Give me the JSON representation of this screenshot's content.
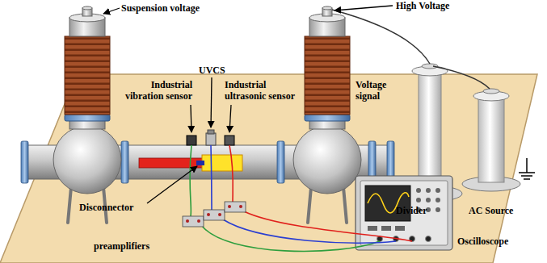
{
  "diagram": {
    "labels": [
      "Suspension voltage",
      "High Voltage",
      "Industrial vibration sensor",
      "UVCS",
      "Industrial ultrasonic sensor",
      "Voltage signal",
      "Disconnector",
      "Divider",
      "AC Source",
      "preamplifiers",
      "Oscilloscope"
    ]
  }
}
